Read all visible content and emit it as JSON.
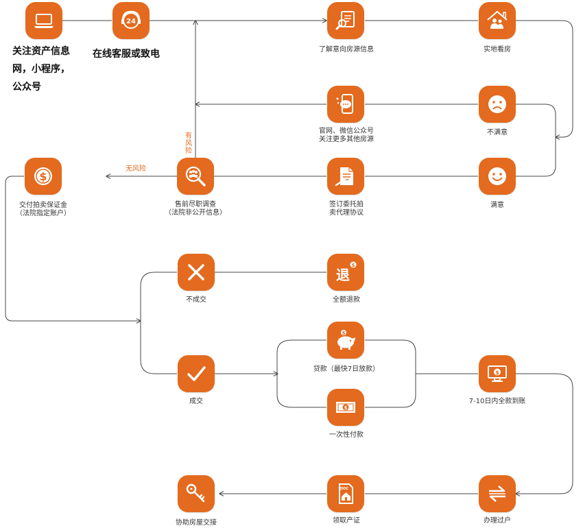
{
  "intro": {
    "follow": [
      "关注资产信息",
      "网，小程序，",
      "公众号"
    ],
    "service": "在线客服或致电"
  },
  "risk_labels": {
    "has_risk": [
      "有",
      "风",
      "险"
    ],
    "no_risk": "无风险"
  },
  "steps": {
    "follow_channels": {
      "icon": "laptop-icon"
    },
    "customer_service": {
      "icon": "service-24-icon"
    },
    "learn_listing": {
      "label": [
        "了解意向房源信息"
      ],
      "icon": "search-document-icon"
    },
    "site_visit": {
      "label": [
        "实地看房"
      ],
      "icon": "house-people-icon"
    },
    "other_listings": {
      "label": [
        "官网、微信公众号",
        "关注更多其他房源"
      ],
      "icon": "phone-chat-icon"
    },
    "unsatisfied": {
      "label": [
        "不满意"
      ],
      "icon": "sad-face-icon"
    },
    "deposit": {
      "label": [
        "交付拍卖保证金",
        "（法院指定账户）"
      ],
      "icon": "dollar-coin-icon"
    },
    "due_diligence": {
      "label": [
        "售前尽职调查",
        "（法院非公开信息）"
      ],
      "icon": "people-magnifier-icon"
    },
    "sign_agreement": {
      "label": [
        "签订委托拍",
        "卖代理协议"
      ],
      "icon": "contract-icon"
    },
    "satisfied": {
      "label": [
        "满意"
      ],
      "icon": "happy-face-icon"
    },
    "no_deal": {
      "label": [
        "不成交"
      ],
      "icon": "cross-icon"
    },
    "full_refund": {
      "label": [
        "全额退款"
      ],
      "icon": "refund-icon",
      "glyph": "退"
    },
    "loan": {
      "label": [
        "贷款（最快7日放款）"
      ],
      "icon": "piggy-bank-icon"
    },
    "deal": {
      "label": [
        "成交"
      ],
      "icon": "check-icon"
    },
    "full_payment": {
      "label": [
        "7-10日内全款到账"
      ],
      "icon": "screen-money-icon"
    },
    "one_time_payment": {
      "label": [
        "一次性付款"
      ],
      "icon": "banknote-icon"
    },
    "handover": {
      "label": [
        "协助房屋交接"
      ],
      "icon": "keys-icon"
    },
    "certificate": {
      "label": [
        "领取产证"
      ],
      "icon": "property-certificate-icon",
      "glyph": "DOC"
    },
    "transfer": {
      "label": [
        "办理过户"
      ],
      "icon": "transfer-arrows-icon"
    }
  },
  "colors": {
    "accent": "#e36a1e",
    "line": "#444444",
    "text": "#333333",
    "risk_text": "#e36a1e"
  }
}
